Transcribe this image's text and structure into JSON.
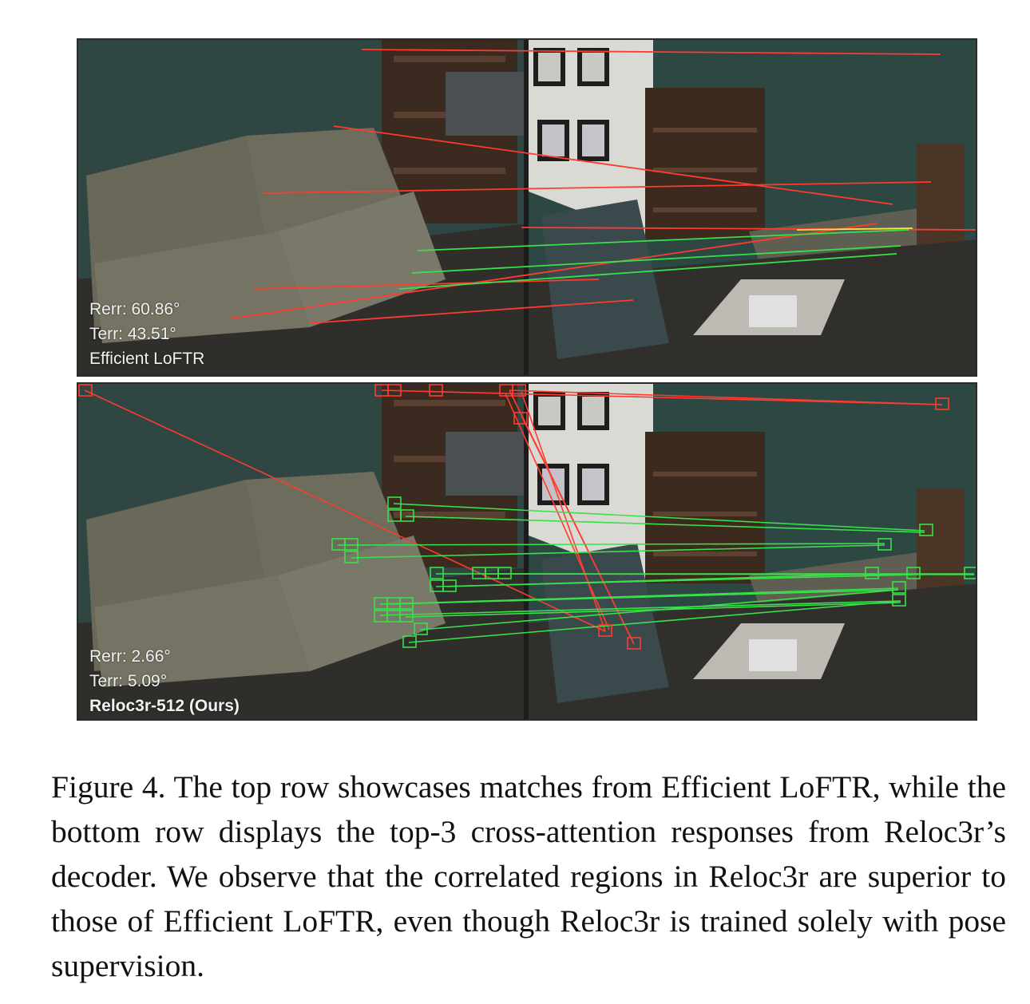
{
  "figure": {
    "top_panel": {
      "rerr": "Rerr: 60.86°",
      "terr": "Terr: 43.51°",
      "method": "Efficient LoFTR"
    },
    "bottom_panel": {
      "rerr": "Rerr: 2.66°",
      "terr": "Terr: 5.09°",
      "method": "Reloc3r-512 (Ours)"
    },
    "caption": "Figure 4. The top row showcases matches from Efficient LoFTR, while the bottom row displays the top-3 cross-attention responses from Reloc3r’s decoder. We observe that the correlated regions in Reloc3r are superior to those of Efficient LoFTR, even though Reloc3r is trained solely with pose supervision."
  },
  "colors": {
    "correct_match": "#39e04a",
    "wrong_match": "#ff3b30",
    "wall": "#2f4a46",
    "carpet": "#2e2e2c",
    "sofa": "#6f6d5e"
  }
}
